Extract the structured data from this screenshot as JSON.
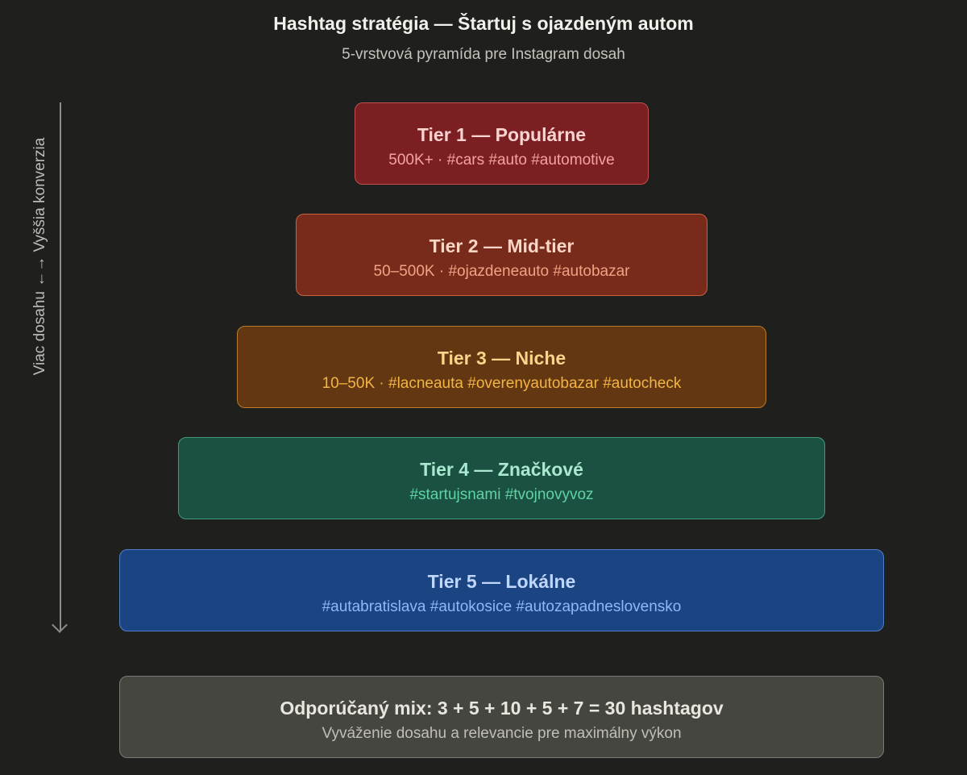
{
  "header": {
    "title": "Hashtag stratégia — Štartuj s ojazdeným autom",
    "subtitle": "5-vrstvová pyramída pre Instagram dosah"
  },
  "axis_label": "Viac dosahu ←→ Vyššia konverzia",
  "tiers": [
    {
      "title": "Tier 1 — Populárne",
      "detail": "500K+ · #cars #auto #automotive",
      "bg": "#7b1f22",
      "border": "#c0504f",
      "title_color": "#fbd3d0",
      "detail_color": "#f4a3a0"
    },
    {
      "title": "Tier 2 — Mid-tier",
      "detail": "50–500K · #ojazdeneauto #autobazar",
      "bg": "#782b1a",
      "border": "#c5643f",
      "title_color": "#fbd6c6",
      "detail_color": "#f2a284"
    },
    {
      "title": "Tier 3 — Niche",
      "detail": "10–50K · #lacneauta #overenyautobazar #autocheck",
      "bg": "#633711",
      "border": "#b97a2a",
      "title_color": "#fad48a",
      "detail_color": "#f2b545"
    },
    {
      "title": "Tier 4 — Značkové",
      "detail": "#startujsnami #tvojnovyvoz",
      "bg": "#1a5142",
      "border": "#3f9d7c",
      "title_color": "#a8e9cf",
      "detail_color": "#5fd3a3"
    },
    {
      "title": "Tier 5 — Lokálne",
      "detail": "#autabratislava #autokosice #autozapadneslovensko",
      "bg": "#1a4482",
      "border": "#4d7fc8",
      "title_color": "#c0d7fb",
      "detail_color": "#8cbaf6"
    }
  ],
  "footer": {
    "title": "Odporúčaný mix: 3 + 5 + 10 + 5 + 7 = 30 hashtagov",
    "detail": "Vyváženie dosahu a relevancie pre maximálny výkon",
    "bg": "#464641",
    "border": "#7a7973",
    "title_color": "#e8e6de",
    "detail_color": "#c0beb6"
  }
}
